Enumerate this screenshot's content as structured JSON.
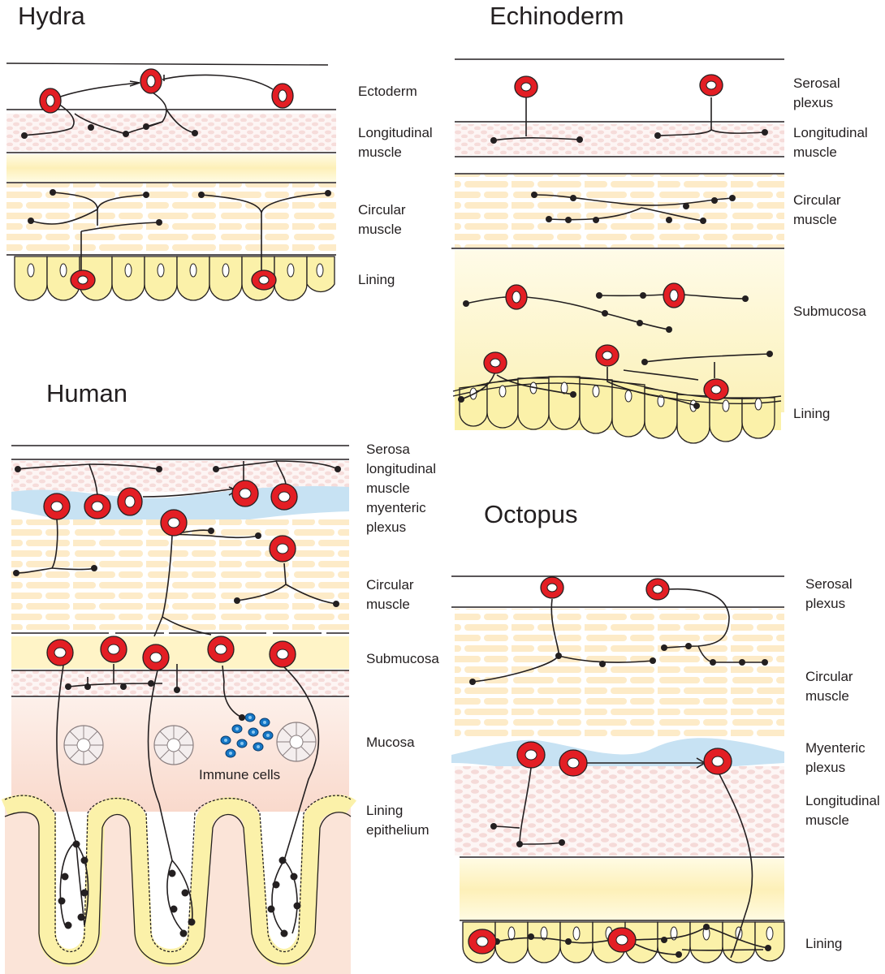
{
  "panels": {
    "hydra": {
      "title": "Hydra",
      "layers": [
        "Ectoderm",
        "Longitudinal\nmuscle",
        "Circular\nmuscle",
        "Lining"
      ]
    },
    "echinoderm": {
      "title": "Echinoderm",
      "layers": [
        "Serosal\nplexus",
        "Longitudinal\nmuscle",
        "Circular\nmuscle",
        "Submucosa",
        "Lining"
      ]
    },
    "human": {
      "title": "Human",
      "layers": [
        "Serosa\nlongitudinal\nmuscle\nmyenteric\nplexus",
        "Circular\nmuscle",
        "Submucosa",
        "Mucosa",
        "Lining\nepithelium"
      ],
      "immune_label": "Immune cells"
    },
    "octopus": {
      "title": "Octopus",
      "layers": [
        "Serosal\nplexus",
        "Circular\nmuscle",
        "Myenteric\nplexus",
        "Longitudinal\n muscle",
        "Lining"
      ]
    }
  },
  "colors": {
    "neuron_fill": "#e31e24",
    "neuron_center": "#ffffff",
    "outline": "#231f20",
    "lining_fill": "#fbf1a9",
    "muscle_fill": "#fdebc8",
    "longitudinal_fill": "#fbe8e6",
    "plexus_fill": "#c7e2f3",
    "submucosa_fill": "#fff6cf",
    "mucosa_fill": "#fbe0d8",
    "immune_fill": "#1577c6"
  }
}
